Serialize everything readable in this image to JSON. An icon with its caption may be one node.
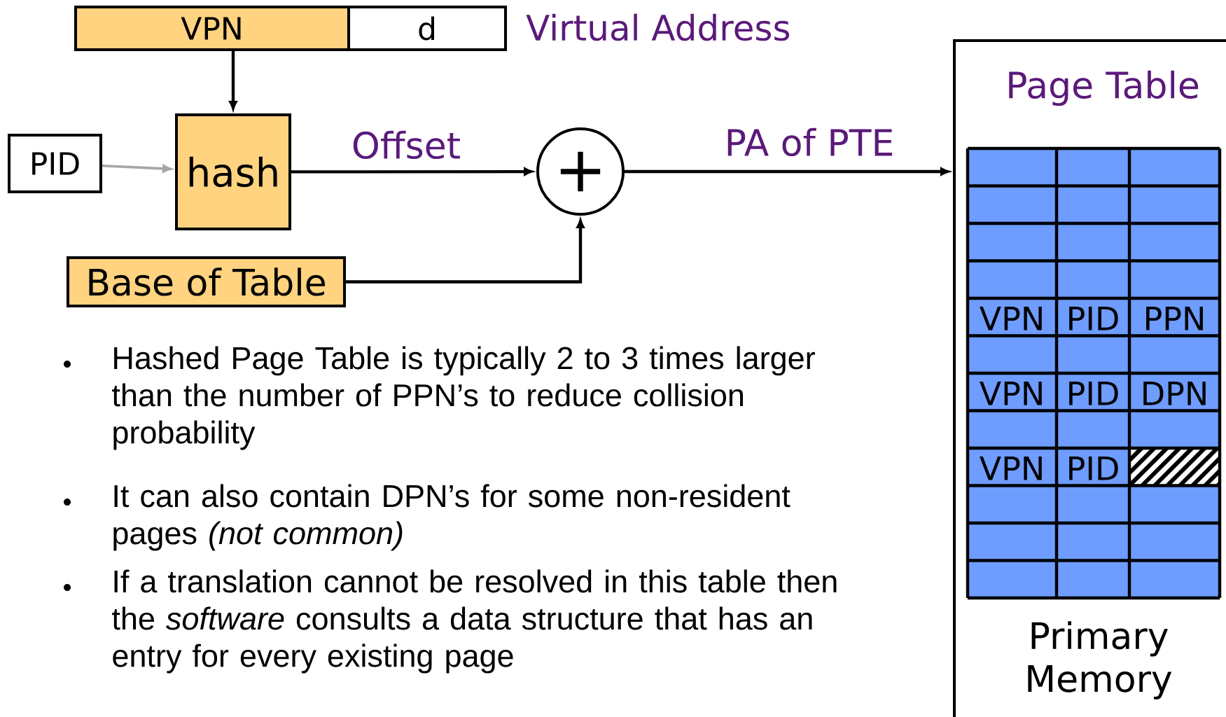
{
  "diagram": {
    "nodes": [
      {
        "text": [
          "VPN"
        ]
      },
      {
        "text": [
          "d"
        ]
      },
      {
        "text": [
          "PID"
        ]
      },
      {
        "text": [
          "hash"
        ]
      },
      {
        "text": [
          "Base of Table"
        ]
      },
      {
        "text": [
          "+"
        ]
      },
      {
        "text": [
          "Page Table",
          "Primary Memory"
        ]
      }
    ],
    "edges": [
      {
        "from": 0,
        "to": 3,
        "arrow": "to"
      },
      {
        "from": 2,
        "to": 3,
        "arrow": "to",
        "color": "#a6a6a6"
      },
      {
        "from": 3,
        "to": 5,
        "arrow": "to",
        "label": "Offset"
      },
      {
        "from": 4,
        "to": 5,
        "arrow": "to"
      },
      {
        "from": 5,
        "to": 6,
        "arrow": "to",
        "label": "PA of PTE"
      }
    ],
    "labels": [
      "Virtual Address",
      "VPN",
      "PID",
      "PPN",
      "VPN",
      "PID",
      "DPN",
      "VPN",
      "PID",
      "Hashed Page Table is typically 2 to 3 times larger than the number of PPN’s to reduce collision probability",
      "It can also contain DPN’s for some non-resident pages *(not common)*",
      "If a translation cannot be resolved in this table then the *software* consults a data structure that has an entry for every existing page"
    ]
  }
}
